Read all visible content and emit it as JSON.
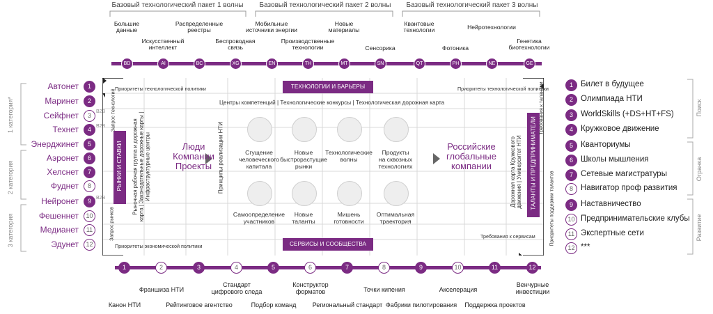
{
  "waves": [
    "Базовый технологический пакет 1 волны",
    "Базовый технологический пакет 2 волны",
    "Базовый технологический пакет 3 волны"
  ],
  "top_technologies": [
    "Большие\nданные",
    "Искусственный\nинтеллект",
    "Распределенные\nреестры",
    "Беспроводная\nсвязь",
    "Мобильные\nисточники энергии",
    "Производственные\nтехнологии",
    "Новые\nматериалы",
    "Сенсорика",
    "Квантовые\nтехнологии",
    "Фотоника",
    "Нейротехнологии",
    "Генетика\nбиотехнологии"
  ],
  "tech_codes": [
    "BD",
    "AI",
    "BC",
    "XG",
    "EN",
    "TH",
    "MT",
    "SN",
    "QT",
    "PH",
    "NE",
    "GE"
  ],
  "left_markets": [
    "Автонет",
    "Маринет",
    "Сейфнет",
    "Технет",
    "Энерджинет",
    "Аэронет",
    "Хелснет",
    "Фуднет",
    "Нейронет",
    "Фешеннет",
    "Медианет",
    "Эдунет"
  ],
  "left_numbers": [
    "1",
    "2",
    "3",
    "4",
    "5",
    "6",
    "7",
    "8",
    "9",
    "10",
    "11",
    "12"
  ],
  "left_categories": [
    "1 категория*",
    "2 категория",
    "3 категория"
  ],
  "b2b": [
    "B2B",
    "B2B",
    "B2B"
  ],
  "right_items": [
    "Билет в будущее",
    "Олимпиада НТИ",
    "WorldSkills (+DS+HT+FS)",
    "Кружковое движение",
    "Кванториумы",
    "Школы мышления",
    "Сетевые магистратуры",
    "Навигатор проф развития",
    "Наставничество",
    "Предпринимательские клубы",
    "Экспертные сети",
    "***"
  ],
  "right_numbers": [
    "1",
    "2",
    "3",
    "4",
    "5",
    "6",
    "7",
    "8",
    "9",
    "10",
    "11",
    "12"
  ],
  "right_groups": [
    "Поиск",
    "Огранка",
    "Развитие"
  ],
  "center": {
    "top_band": "ТЕХНОЛОГИИ И БАРЬЕРЫ",
    "bottom_band": "СЕРВИСЫ И СООБЩЕСТВА",
    "left_band": "РЫНКИ И СТАВКИ",
    "right_band": "ТАЛАНТЫ И ПРЕДПРИНИМАТЕЛИ",
    "top_left": "Приоритеты технологической политики",
    "top_right": "Приоритеты технологической политики",
    "bottom_left": "Приоритеты экономической политики",
    "bottom_right": "Требования к сервисам",
    "center_line": "Центры компетенций | Технологические конкурсы | Технологическая дорожная карта",
    "left_tech_request": "Запрос технологий",
    "left_market_request": "Запрос рынков",
    "right_talent_req": "Требования к талантам",
    "right_support": "Приоритеты поддержки талантов",
    "left_workgroup": "Рыночная рабочая группа и дорожная карта | Законодательные дорожные карты | Инфраструктурные центры",
    "right_roadmap": "Дорожная карта Кружкового движения | Университет НТИ",
    "nti_principles": "Принципы реализации НТИ",
    "people": "Люди\nКомпании\nПроекты",
    "russian": "Российские\nглобальные\nкомпании"
  },
  "icons_row1": [
    "Сгущение\nчеловеческого\nкапитала",
    "Новые\nбыстрорастущие\nрынки",
    "Технологические\nволны",
    "Продукты\nна сквозных\nтехнологиях"
  ],
  "icons_row2": [
    "Самоопределение\nучастников",
    "Новые\nталанты",
    "Мишень\nготовности",
    "Оптимальная\nтраектория"
  ],
  "bottom_numbers": [
    "1",
    "2",
    "3",
    "4",
    "5",
    "6",
    "7",
    "8",
    "9",
    "10",
    "11",
    "12"
  ],
  "bottom_labels": [
    "Канон НТИ",
    "Франшиза НТИ",
    "Рейтинговое агентство",
    "Стандарт\nцифрового следа",
    "Подбор команд",
    "Конструктор\nформатов",
    "Региональный стандарт",
    "Точки кипения",
    "Фабрики пилотирования",
    "Акселерация",
    "Поддержка проектов",
    "Венчурные\nинвестиции"
  ],
  "colors": {
    "accent": "#7b2b83",
    "grid": "#d9d9d9",
    "text": "#333333"
  }
}
